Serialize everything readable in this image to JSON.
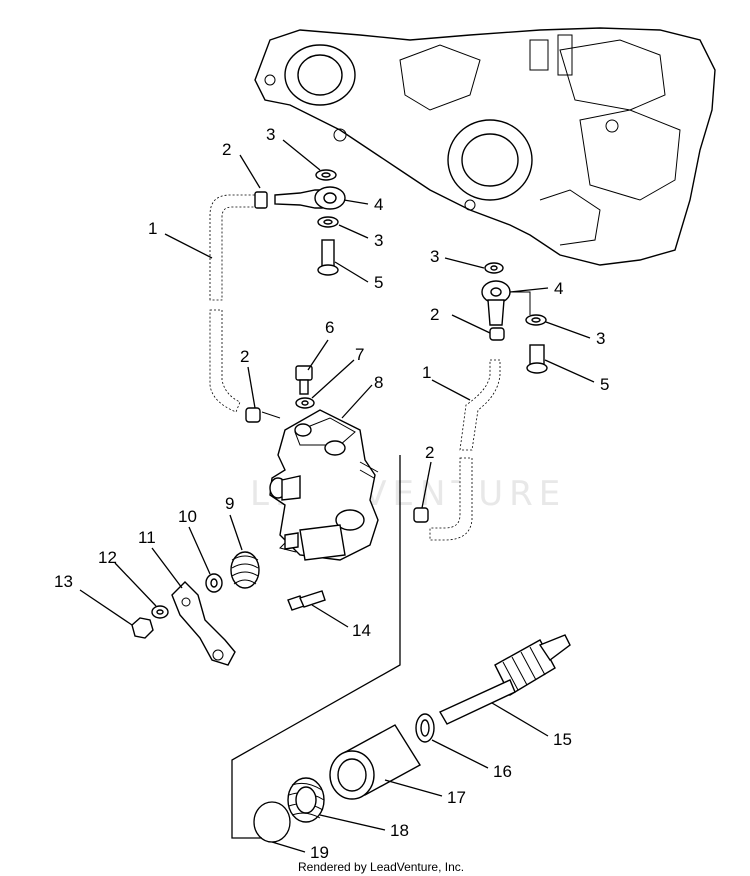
{
  "diagram": {
    "callouts": {
      "c1a": "1",
      "c2a": "2",
      "c3a": "3",
      "c4a": "4",
      "c3b": "3",
      "c5a": "5",
      "c3c": "3",
      "c4b": "4",
      "c2b": "2",
      "c3d": "3",
      "c5b": "5",
      "c6": "6",
      "c7": "7",
      "c8": "8",
      "c2c": "2",
      "c1b": "1",
      "c2d": "2",
      "c9": "9",
      "c10": "10",
      "c11": "11",
      "c12": "12",
      "c13": "13",
      "c14": "14",
      "c15": "15",
      "c16": "16",
      "c17": "17",
      "c18": "18",
      "c19": "19"
    },
    "footer": "Rendered by LeadVenture, Inc.",
    "watermark": "LEADVENTURE"
  }
}
